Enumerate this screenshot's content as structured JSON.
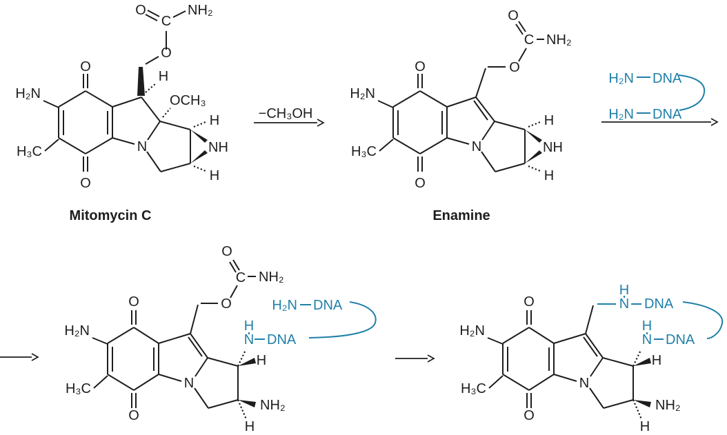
{
  "colors": {
    "bond": "#1d1d1d",
    "dna_blue": "#1f7fa8",
    "background": "#ffffff"
  },
  "scheme": {
    "structures": [
      {
        "name": "Mitomycin C"
      },
      {
        "name": "Enamine"
      }
    ],
    "arrow1_label": "−CH₃OH",
    "dna_reagent": "H₂N—DNA"
  },
  "glyphs": {
    "o": "O",
    "c": "C",
    "n": "N",
    "h": "H",
    "nh": "NH",
    "h2n": "H₂N",
    "nh2": "NH₂",
    "h3c": "H₃C",
    "och3": "OCH₃",
    "dna": "DNA"
  }
}
